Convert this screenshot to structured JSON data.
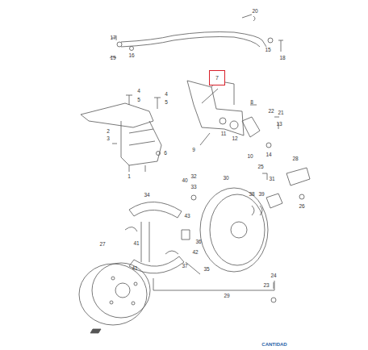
{
  "diagram": {
    "nodes": [
      {
        "text": [
          "7"
        ]
      }
    ],
    "labels": [
      "20",
      "17",
      "16",
      "15",
      "18",
      "19",
      "4",
      "5",
      "4",
      "5",
      "2",
      "3",
      "6",
      "1",
      "8",
      "9",
      "11",
      "12",
      "10",
      "14",
      "22",
      "21",
      "13",
      "28",
      "25",
      "26",
      "31",
      "32",
      "33",
      "40",
      "30",
      "38",
      "39",
      "34",
      "43",
      "27",
      "36",
      "41",
      "42",
      "41",
      "37",
      "35",
      "29",
      "24",
      "23",
      "CANTIDAD"
    ]
  }
}
